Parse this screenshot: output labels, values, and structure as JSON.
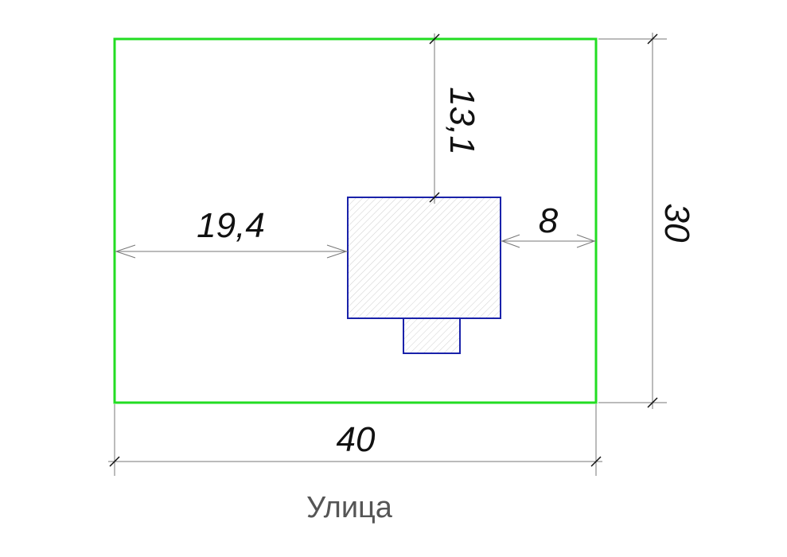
{
  "plot": {
    "width_label": "40",
    "depth_label": "30"
  },
  "house": {
    "left_offset_label": "19,4",
    "right_offset_label": "8",
    "front_offset_label": "13,1"
  },
  "street_label": "Улица",
  "colors": {
    "plot_boundary": "#22dd22",
    "house_outline": "#1a22aa",
    "dimension_line": "#777777",
    "hatch": "#cccccc"
  }
}
